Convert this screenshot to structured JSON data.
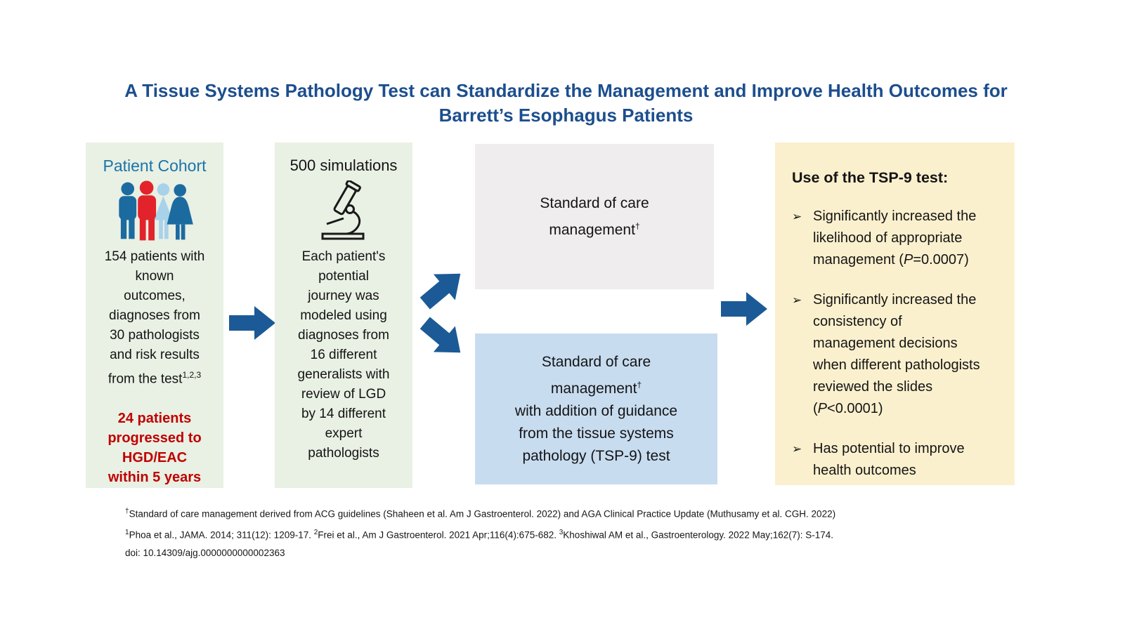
{
  "title": "A Tissue Systems Pathology Test can Standardize the Management and Improve Health Outcomes for\nBarrett’s Esophagus Patients",
  "colors": {
    "title_blue": "#1C4E8E",
    "cohort_heading_blue": "#1A75A9",
    "arrow_blue": "#1B5A96",
    "highlight_red": "#C00000",
    "green_box_bg": "#E9F0E4",
    "gray_box_bg": "#EFEDED",
    "blue_box_bg": "#C8DCF0",
    "yellow_box_bg": "#FBF0CE",
    "people_dark_blue": "#1C6BA0",
    "people_red": "#E3232B",
    "people_light_blue": "#A8D2EA"
  },
  "icons": {
    "cohort": "people-icon",
    "simulations": "microscope-icon",
    "flow": "arrow-right-icon"
  },
  "boxes": {
    "cohort": {
      "heading": "Patient Cohort",
      "body": "154 patients with\nknown\noutcomes,\ndiagnoses from\n30 pathologists\nand risk results\nfrom the test",
      "body_sup": "1,2,3",
      "highlight": "24 patients\nprogressed to\nHGD/EAC\nwithin 5 years"
    },
    "simulations": {
      "heading": "500 simulations",
      "body": "Each patient's\npotential\njourney was\nmodeled using\ndiagnoses from\n16 different\ngeneralists with\nreview of LGD\nby 14 different\nexpert\npathologists"
    },
    "soc": {
      "text": "Standard of care\nmanagement",
      "dagger": "†"
    },
    "soc_tsp": {
      "text": "Standard of care\nmanagement",
      "dagger": "†",
      "text2": "with addition of guidance\nfrom the tissue systems\npathology (TSP-9) test"
    },
    "results": {
      "heading": "Use of the TSP-9 test:",
      "bullets": [
        {
          "marker": "➢",
          "pre": "Significantly increased the\nlikelihood of appropriate\nmanagement (",
          "p": "P",
          "post": "=0.0007)"
        },
        {
          "marker": "➢",
          "pre": "Significantly increased the\nconsistency of\nmanagement decisions\nwhen different pathologists\nreviewed the slides\n(",
          "p": "P",
          "post": "<0.0001)"
        },
        {
          "marker": "➢",
          "pre": "Has potential to improve\nhealth outcomes",
          "p": "",
          "post": ""
        }
      ]
    }
  },
  "footnotes": {
    "line1": {
      "sup": "†",
      "text": "Standard of care management derived from ACG guidelines (Shaheen et al. Am J Gastroenterol. 2022) and AGA Clinical Practice Update (Muthusamy et al. CGH. 2022)"
    },
    "line2": [
      {
        "sup": "1",
        "text": "Phoa et al., JAMA. 2014; 311(12): 1209-17. "
      },
      {
        "sup": "2",
        "text": "Frei et al., Am J Gastroenterol. 2021 Apr;116(4):675-682. "
      },
      {
        "sup": "3",
        "text": "Khoshiwal AM et al., Gastroenterology. 2022 May;162(7): S-174."
      }
    ],
    "line3": "doi: 10.14309/ajg.0000000000002363"
  }
}
